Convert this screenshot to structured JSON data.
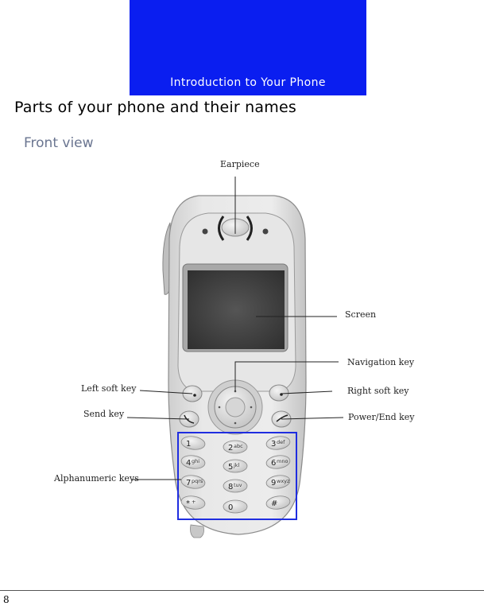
{
  "banner": {
    "title": "Introduction to Your Phone",
    "color": "#0a1ef0"
  },
  "heading": "Parts of your phone and their names",
  "subheading": "Front view",
  "callouts": {
    "earpiece": "Earpiece",
    "screen": "Screen",
    "navigation_key": "Navigation key",
    "left_soft_key": "Left soft key",
    "right_soft_key": "Right soft key",
    "send_key": "Send key",
    "power_end_key": "Power/End key",
    "alphanumeric_keys": "Alphanumeric keys"
  },
  "keypad": {
    "keys": [
      "1",
      "2",
      "3",
      "4",
      "5",
      "6",
      "7",
      "8",
      "9",
      "*",
      "0",
      "#"
    ],
    "letters": [
      "",
      "abc",
      "def",
      "ghi",
      "jkl",
      "mno",
      "pqrs",
      "tuv",
      "wxyz",
      "+",
      "",
      ""
    ]
  },
  "footer": {
    "page_number": "8"
  }
}
